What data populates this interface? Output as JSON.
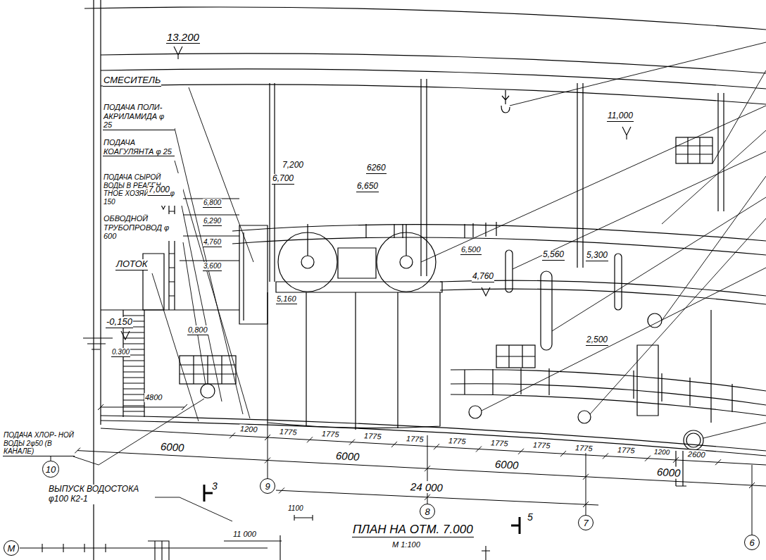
{
  "diagram": {
    "title": "ПЛАН НА ОТМ. 7.000",
    "nodes": [
      {
        "text": [
          "10"
        ]
      },
      {
        "text": [
          "9"
        ]
      },
      {
        "text": [
          "8"
        ]
      },
      {
        "text": [
          "7"
        ]
      },
      {
        "text": [
          "6"
        ]
      },
      {
        "text": [
          "М"
        ]
      }
    ],
    "labels": [
      "13.200",
      "СМЕСИТЕЛЬ",
      "ПОДАЧА ПОЛИ- АКРИЛАМИДА φ 25",
      "ПОДАЧА КОАГУЛЯНТА φ 25",
      "ПОДАЧА СЫРОЙ ВОДЫ В РЕАГЕН- ТНОЕ ХОЗЯЙСТВО φ 150",
      "ОБВОДНОЙ ТРУБОПРОВОД φ 600",
      "ЛОТОК",
      "-0,150",
      "0.300",
      "4800",
      "0,800",
      "7,000",
      "6,800",
      "6,290",
      "4,760",
      "3,600",
      "7,200",
      "6,700",
      "5,160",
      "6260",
      "6,650",
      "11,000",
      "6,500",
      "4,760",
      "5,560",
      "5,300",
      "2,500",
      "1200",
      "1775",
      "1775",
      "1775",
      "1775",
      "1775",
      "1775",
      "1775",
      "1775",
      "1775",
      "1200",
      "2600",
      "6000",
      "6000",
      "6000",
      "6000",
      "24 000",
      "ПОДАЧА ХЛОР- НОЙ ВОДЫ 2φ50 (В КАНАЛЕ)",
      "ВЫПУСК ВОДОСТОКА φ100 К2-1",
      "3",
      "5",
      "1100",
      "11 000",
      "М 1:100"
    ]
  }
}
